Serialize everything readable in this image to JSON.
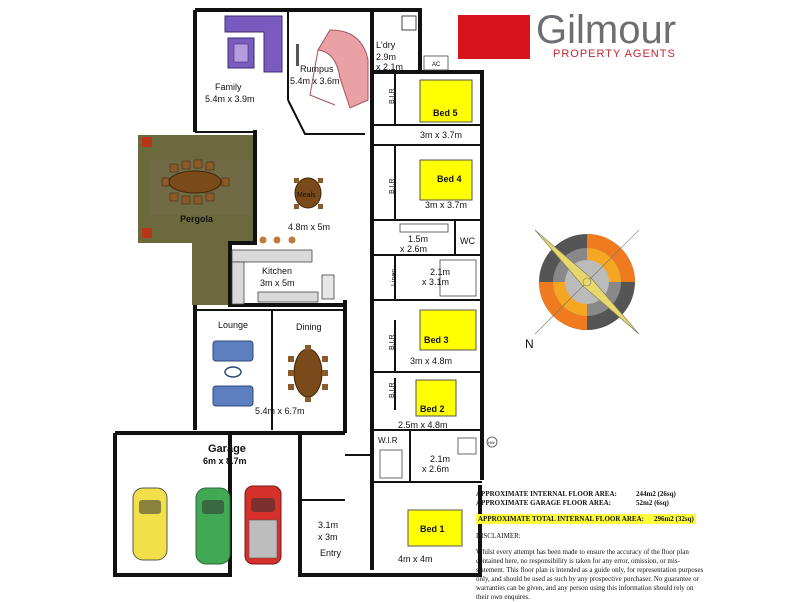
{
  "brand": {
    "name": "Gilmour",
    "tagline": "PROPERTY AGENTS",
    "red": "#d7141c",
    "grey": "#6d6e71"
  },
  "rooms": {
    "family": {
      "name": "Family",
      "size": "5.4m x 3.9m"
    },
    "rumpus": {
      "name": "Rumpus",
      "size": "5.4m x 3.6m"
    },
    "laundry": {
      "name": "L'dry",
      "size_line1": "2.9m",
      "size_line2": "x 2.1m"
    },
    "ac": "AC",
    "bed5": {
      "name": "Bed 5",
      "size": "3m x 3.7m",
      "bir": "B.I.R"
    },
    "bed4": {
      "name": "Bed 4",
      "size": "3m x 3.7m",
      "bir": "B.I.R"
    },
    "pergola": {
      "name": "Pergola"
    },
    "meals": {
      "name": "Meals",
      "size": "4.8m x 5m"
    },
    "bath1": {
      "size_line1": "1.5m",
      "size_line2": "x 2.6m"
    },
    "wc": "WC",
    "linen": "Linen",
    "bath2": {
      "size_line1": "2.1m",
      "size_line2": "x 3.1m"
    },
    "kitchen": {
      "name": "Kitchen",
      "size": "3m x 5m"
    },
    "lounge": {
      "name": "Lounge"
    },
    "dining": {
      "name": "Dining"
    },
    "living_size": "5.4m x 6.7m",
    "bed3": {
      "name": "Bed 3",
      "size": "3m x 4.8m",
      "bir": "B.I.R"
    },
    "bed2": {
      "name": "Bed 2",
      "size": "2.5m x 4.8m",
      "bir": "B.I.R"
    },
    "garage": {
      "name": "Garage",
      "size": "6m x 8.7m"
    },
    "wir": "W.I.R",
    "ensuite": {
      "size_line1": "2.1m",
      "size_line2": "x 2.6m"
    },
    "hw": "HW",
    "entry": {
      "name": "Entry",
      "size_line1": "3.1m",
      "size_line2": "x 3m"
    },
    "bed1": {
      "name": "Bed 1",
      "size": "4m x 4m"
    }
  },
  "compass": {
    "north": "N"
  },
  "areas": {
    "internal_label": "APPROXIMATE INTERNAL FLOOR AREA:",
    "internal_value": "244m2 (26sq)",
    "garage_label": "APPROXIMATE GARAGE FLOOR AREA:",
    "garage_value": "52m2 (6sq)",
    "total_label": "APPROXIMATE TOTAL INTERNAL FLOOR AREA:",
    "total_value": "296m2 (32sq)"
  },
  "disclaimer": {
    "title": "DISCLAIMER:",
    "text": "Whilst every attempt has been made to ensure the accuracy of the floor plan contained here, no responsibility is taken for any error, omission, or mis-statement. This floor plan is intended as a guide only, for representation purposes only, and should be used as such by any prospective purchaser. No guarantee or warranties can be given, and any person using this information should rely on their own enquires."
  },
  "colors": {
    "bed_yellow": "#ffff00",
    "sofa_purple": "#7a5cc0",
    "sofa_pink": "#e9a1a6",
    "table_brown": "#7a4a1a",
    "pergola_olive": "#6b6a3c",
    "lounge_blue": "#5d7fbf",
    "car_yellow": "#f2e04a",
    "car_green": "#41a853",
    "car_red": "#d6302a"
  }
}
